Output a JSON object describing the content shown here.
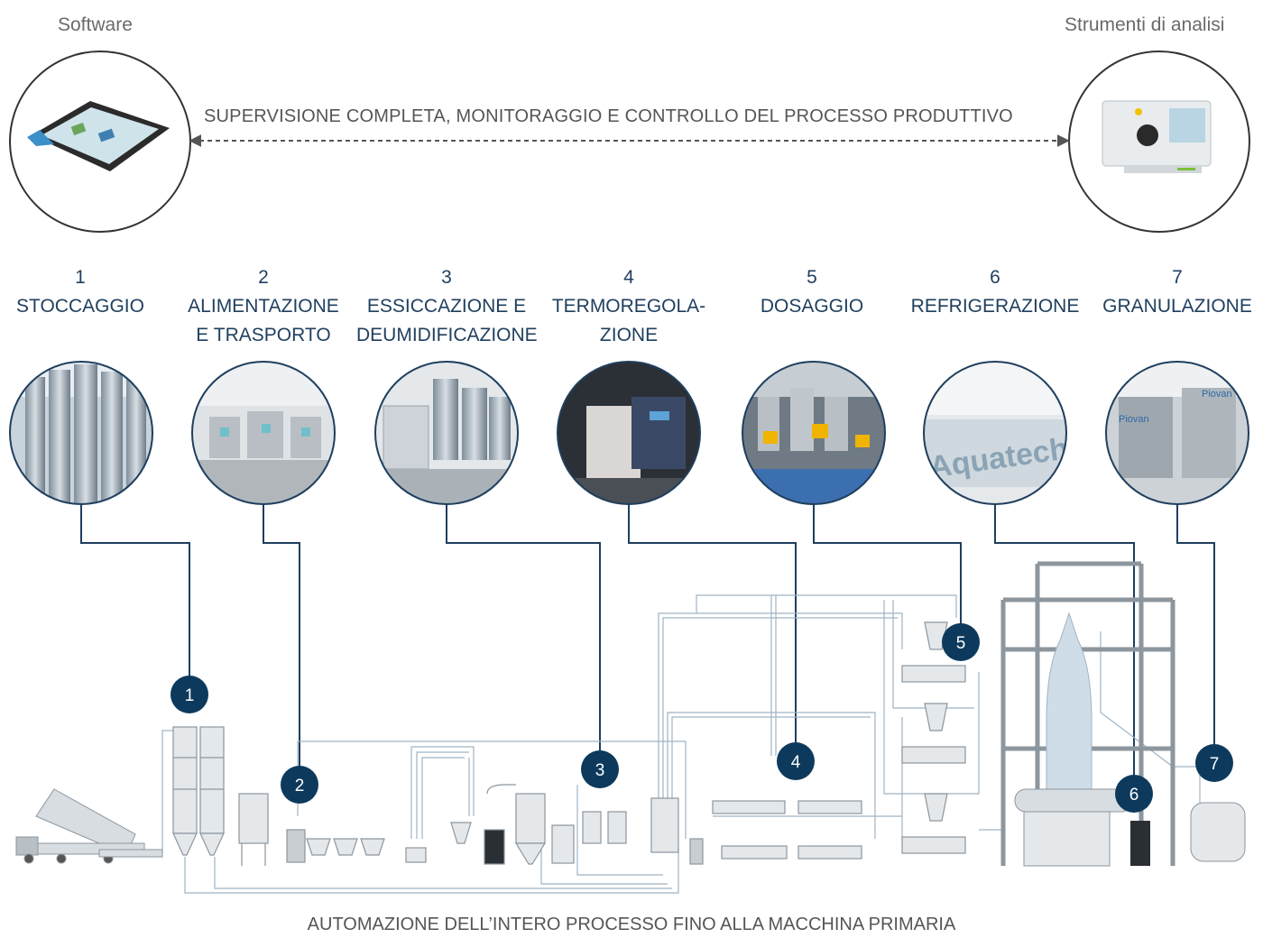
{
  "corners": {
    "left_label": "Software",
    "right_label": "Strumenti di analisi"
  },
  "supervision_text": "SUPERVISIONE COMPLETA, MONITORAGGIO E CONTROLLO DEL PROCESSO PRODUTTIVO",
  "steps": [
    {
      "number": "1",
      "name_line1": "STOCCAGGIO",
      "name_line2": ""
    },
    {
      "number": "2",
      "name_line1": "ALIMENTAZIONE",
      "name_line2": "E TRASPORTO"
    },
    {
      "number": "3",
      "name_line1": "ESSICCAZIONE E",
      "name_line2": "DEUMIDIFICAZIONE"
    },
    {
      "number": "4",
      "name_line1": "TERMOREGOLA-",
      "name_line2": "ZIONE"
    },
    {
      "number": "5",
      "name_line1": "DOSAGGIO",
      "name_line2": ""
    },
    {
      "number": "6",
      "name_line1": "REFRIGERAZIONE",
      "name_line2": ""
    },
    {
      "number": "7",
      "name_line1": "GRANULAZIONE",
      "name_line2": ""
    }
  ],
  "photo_text": {
    "aquatech": "Aquatech",
    "piovan": "Piovan"
  },
  "markers": [
    "1",
    "2",
    "3",
    "4",
    "5",
    "6",
    "7"
  ],
  "bottom_caption": "AUTOMAZIONE DELL’INTERO PROCESSO FINO ALLA MACCHINA PRIMARIA",
  "colors": {
    "navy": "#0d3a5c",
    "line": "#1f3f5e",
    "pipe": "#9fb4c4",
    "equipment": "#d8dde2"
  }
}
